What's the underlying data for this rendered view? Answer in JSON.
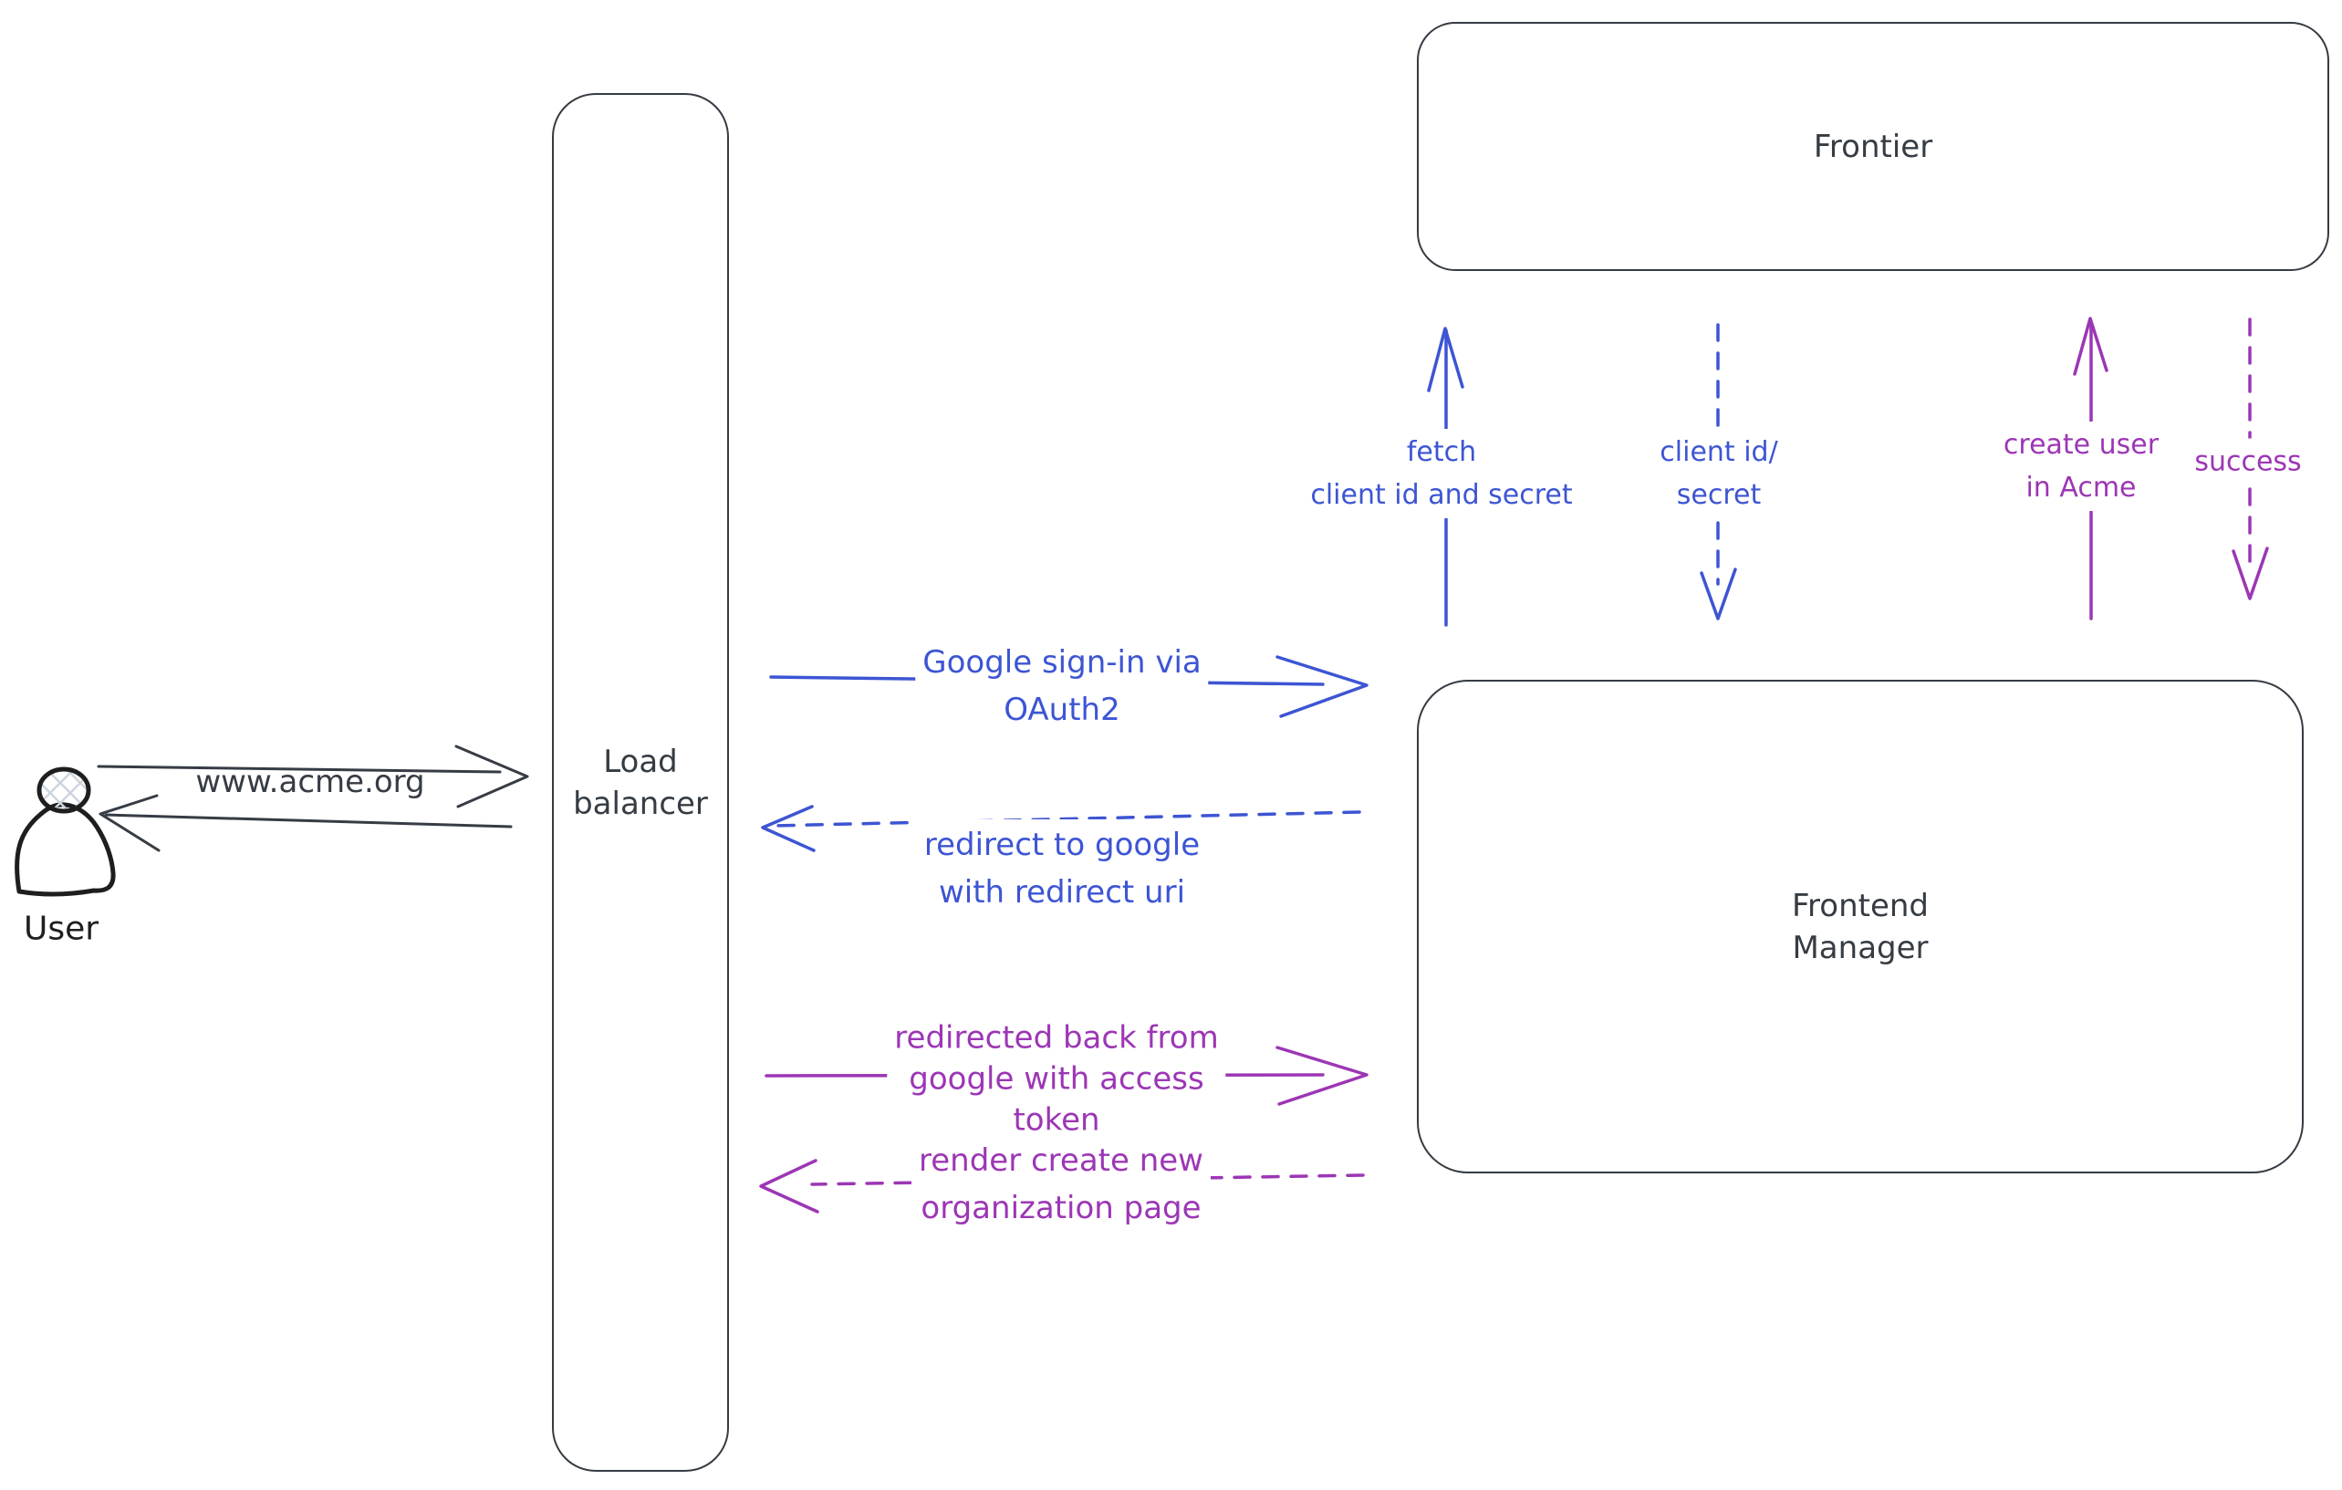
{
  "colors": {
    "ink": "#363c44",
    "figure_ink": "#1e1e1e",
    "blue": "#3d55d3",
    "purple": "#9c36b5",
    "hatch": "#ccd5de"
  },
  "nodes": {
    "user": {
      "label": "User"
    },
    "load_balancer": {
      "label": "Load\nbalancer"
    },
    "frontier": {
      "label": "Frontier"
    },
    "frontend_manager": {
      "label": "Frontend\nManager"
    }
  },
  "edges": {
    "www_acme": {
      "label": "www.acme.org",
      "style": "solid",
      "direction": "right",
      "color": "ink"
    },
    "return_to_user": {
      "label": "",
      "style": "solid",
      "direction": "left",
      "color": "ink"
    },
    "google_signin": {
      "label": "Google sign-in via\nOAuth2",
      "style": "solid",
      "direction": "right",
      "color": "blue"
    },
    "redirect_google": {
      "label": "redirect to google\nwith redirect uri",
      "style": "dashed",
      "direction": "left",
      "color": "blue"
    },
    "fetch_client": {
      "label": "fetch\nclient id and secret",
      "style": "solid",
      "direction": "up",
      "color": "blue"
    },
    "client_id_secret": {
      "label": "client id/\nsecret",
      "style": "dashed",
      "direction": "down",
      "color": "blue"
    },
    "create_user": {
      "label": "create user\nin Acme",
      "style": "solid",
      "direction": "up",
      "color": "purple"
    },
    "success": {
      "label": "success",
      "style": "dashed",
      "direction": "down",
      "color": "purple"
    },
    "redirected_back": {
      "label": "redirected back from\ngoogle with access\ntoken",
      "style": "solid",
      "direction": "right",
      "color": "purple"
    },
    "render_org_page": {
      "label": "render create new\norganization page",
      "style": "dashed",
      "direction": "left",
      "color": "purple"
    }
  }
}
